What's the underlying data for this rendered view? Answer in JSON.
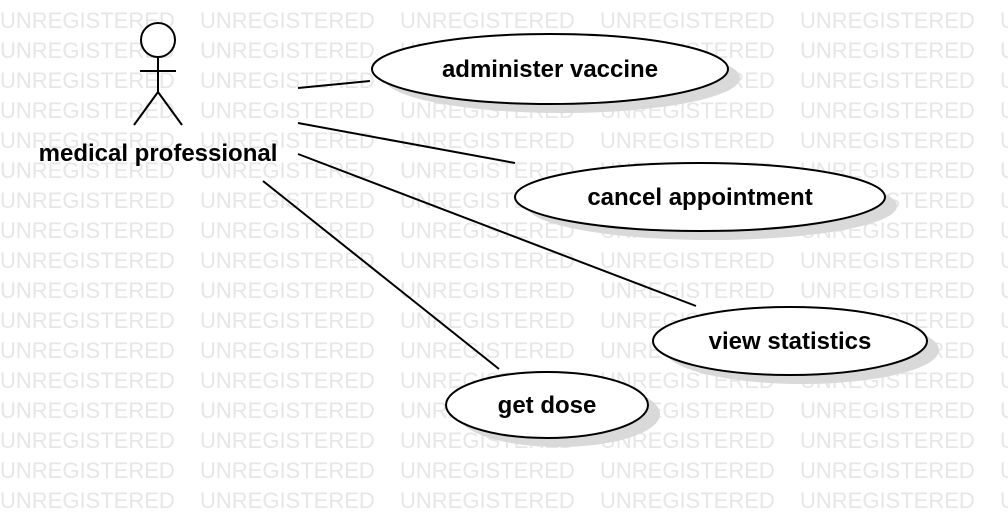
{
  "watermark": {
    "text": "UNREGISTERED"
  },
  "actor": {
    "label": "medical professional"
  },
  "use_cases": [
    {
      "id": "administer-vaccine",
      "label": "administer vaccine"
    },
    {
      "id": "cancel-appointment",
      "label": "cancel appointment"
    },
    {
      "id": "view-statistics",
      "label": "view statistics"
    },
    {
      "id": "get-dose",
      "label": "get dose"
    }
  ],
  "colors": {
    "stroke": "#000000",
    "fill": "#ffffff",
    "shadow": "#d9d9d9",
    "watermark": "#e6e6e6"
  }
}
